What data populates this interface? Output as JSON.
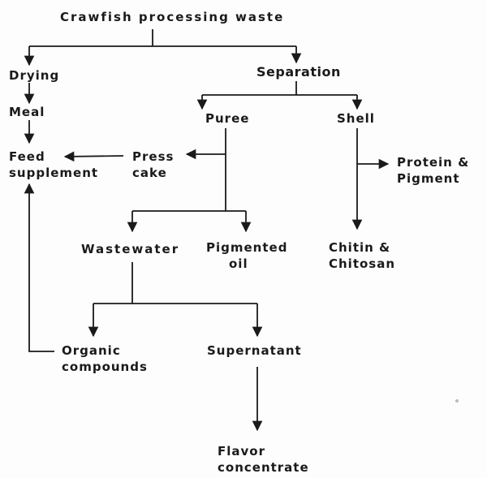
{
  "diagram": {
    "nodes": {
      "waste": "Crawfish processing waste",
      "drying": "Drying",
      "separation": "Separation",
      "meal": "Meal",
      "puree": "Puree",
      "shell": "Shell",
      "feed_line1": "Feed",
      "feed_line2": "supplement",
      "press_line1": "Press",
      "press_line2": "cake",
      "protein_line1": "Protein &",
      "protein_line2": "Pigment",
      "wastewater": "Wastewater",
      "pigmented_line1": "Pigmented",
      "pigmented_line2": "oil",
      "chitin_line1": "Chitin &",
      "chitin_line2": "Chitosan",
      "organic_line1": "Organic",
      "organic_line2": "compounds",
      "supernatant": "Supernatant",
      "flavor_line1": "Flavor",
      "flavor_line2": "concentrate"
    },
    "colors": {
      "ink": "#1a1a1a",
      "paper": "#fdfdfd"
    }
  }
}
